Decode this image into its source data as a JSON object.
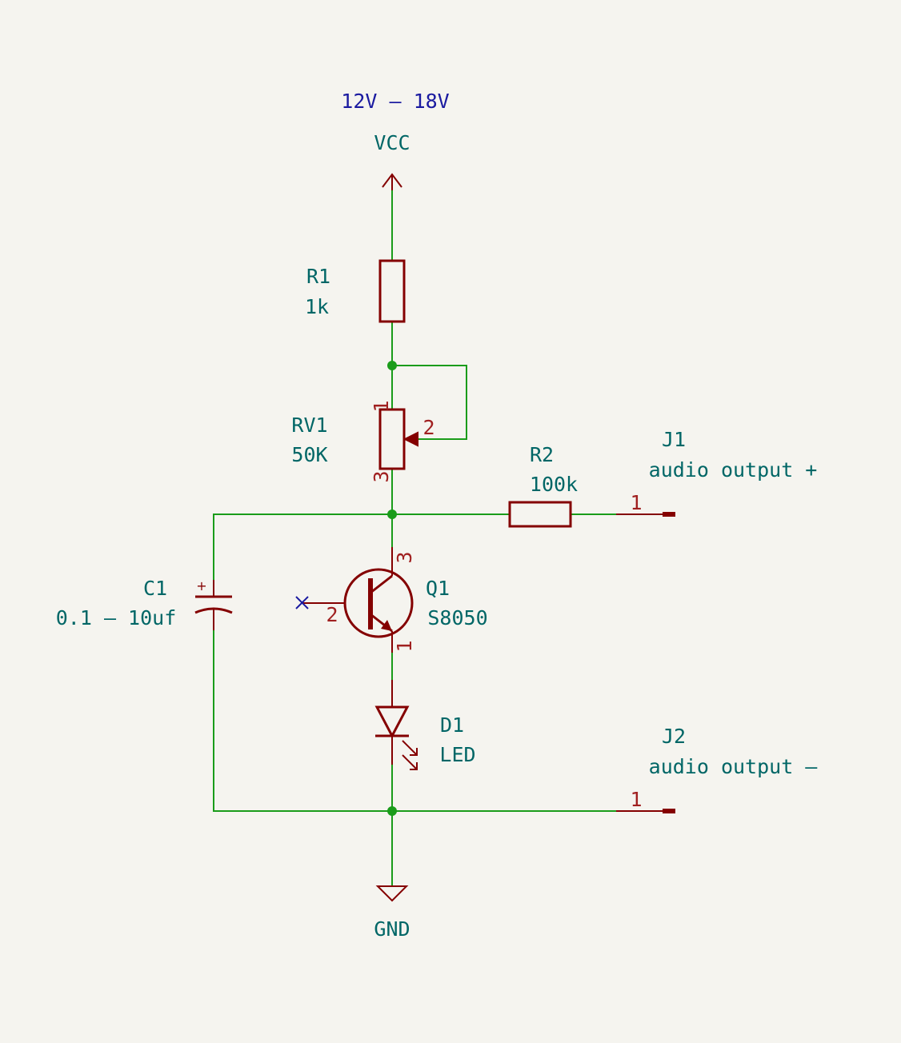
{
  "supply_note": "12V – 18V",
  "power": {
    "vcc": "VCC",
    "gnd": "GND"
  },
  "R1": {
    "ref": "R1",
    "value": "1k"
  },
  "RV1": {
    "ref": "RV1",
    "value": "50K",
    "pins": [
      "1",
      "2",
      "3"
    ]
  },
  "R2": {
    "ref": "R2",
    "value": "100k"
  },
  "C1": {
    "ref": "C1",
    "value": "0.1 – 10uf",
    "polarity": "+"
  },
  "Q1": {
    "ref": "Q1",
    "value": "S8050",
    "pins": [
      "1",
      "2",
      "3"
    ]
  },
  "D1": {
    "ref": "D1",
    "value": "LED"
  },
  "J1": {
    "ref": "J1",
    "value": "audio output +",
    "pin": "1"
  },
  "J2": {
    "ref": "J2",
    "value": "audio output –",
    "pin": "1"
  },
  "colors": {
    "wire": "#1a9c1a",
    "part": "#840000",
    "label": "#006666",
    "note": "#1a1aa0",
    "background": "#f5f4ef"
  }
}
